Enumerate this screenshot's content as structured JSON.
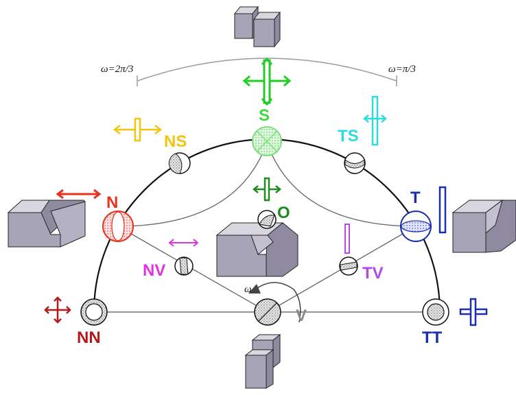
{
  "annotations": {
    "omega_left": "ω=2π/3",
    "omega_right": "ω=π/3",
    "omega_rotation": "ω"
  },
  "regime_labels": {
    "S": {
      "text": "S",
      "color": "#3ddc3d"
    },
    "NS": {
      "text": "NS",
      "color": "#f2c40f"
    },
    "TS": {
      "text": "TS",
      "color": "#2fd9e0"
    },
    "N": {
      "text": "N",
      "color": "#e8321e"
    },
    "T": {
      "text": "T",
      "color": "#1a2fb0"
    },
    "O": {
      "text": "O",
      "color": "#1e8c1e"
    },
    "NV": {
      "text": "NV",
      "color": "#e033e0"
    },
    "TV": {
      "text": "TV",
      "color": "#b34be0"
    },
    "V": {
      "text": "V",
      "color": "#8a8a8a"
    },
    "NN": {
      "text": "NN",
      "color": "#b21a1a"
    },
    "TT": {
      "text": "TT",
      "color": "#1a2fb0"
    }
  },
  "colors": {
    "arc": "#111111",
    "inner_lines": "#666666",
    "bracket": "#9a9a9a",
    "block_face": "#a8a4b8",
    "block_top": "#d9d6e0",
    "block_side": "#8f8aa0"
  },
  "icons": {
    "stress_arrow": "double-headed-arrow-icon",
    "stereonet": "stereonet-ball-icon",
    "fault_block": "fault-block-icon"
  }
}
